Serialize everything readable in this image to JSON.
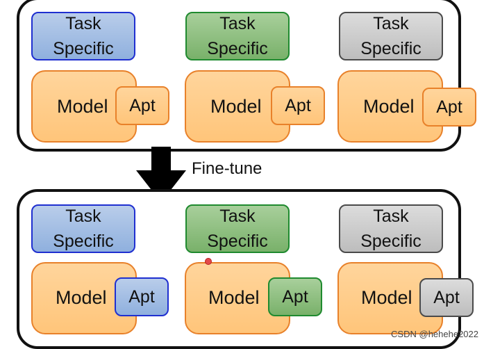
{
  "top": {
    "tasks": [
      "Task\nSpecific",
      "Task\nSpecific",
      "Task\nSpecific"
    ],
    "models": [
      "Model",
      "Model",
      "Model"
    ],
    "apts": [
      "Apt",
      "Apt",
      "Apt"
    ]
  },
  "arrow": {
    "label": "Fine-tune"
  },
  "bottom": {
    "tasks": [
      "Task\nSpecific",
      "Task\nSpecific",
      "Task\nSpecific"
    ],
    "models": [
      "Model",
      "Model",
      "Model"
    ],
    "apts": [
      "Apt",
      "Apt",
      "Apt"
    ]
  },
  "colors": {
    "blue_fill": "#8fb0de",
    "green_fill": "#79b16a",
    "gray_fill": "#bdbdbd",
    "orange_fill": "#ffc57a"
  },
  "watermark": "CSDN @hehehe2022"
}
